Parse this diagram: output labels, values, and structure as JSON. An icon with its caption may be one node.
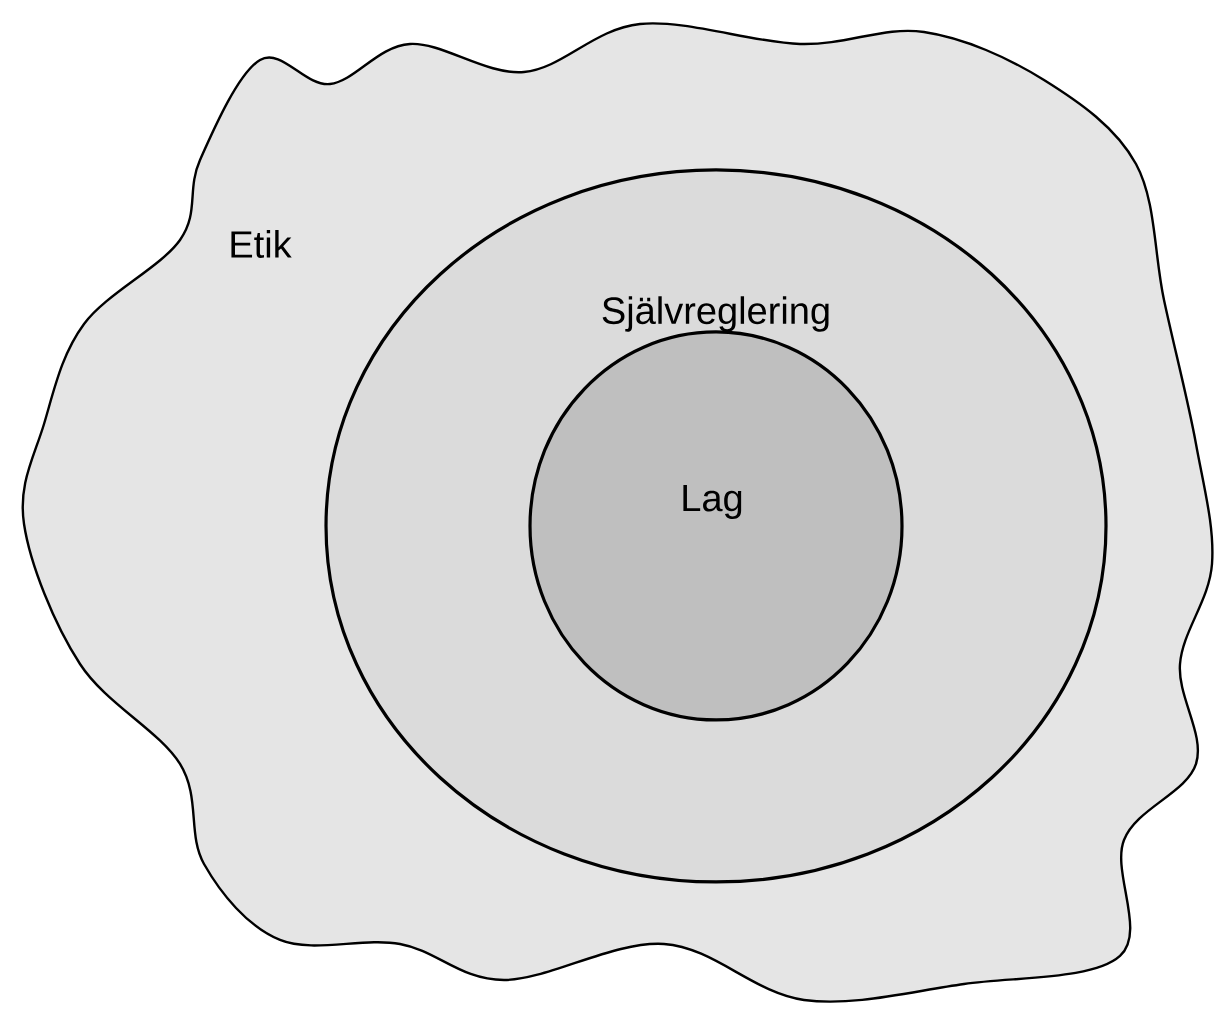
{
  "diagram": {
    "nodes": [
      {
        "text": [
          "Etik"
        ]
      },
      {
        "text": [
          "Självreglering"
        ],
        "in": 0
      },
      {
        "text": [
          "Lag"
        ],
        "in": 1
      }
    ]
  }
}
